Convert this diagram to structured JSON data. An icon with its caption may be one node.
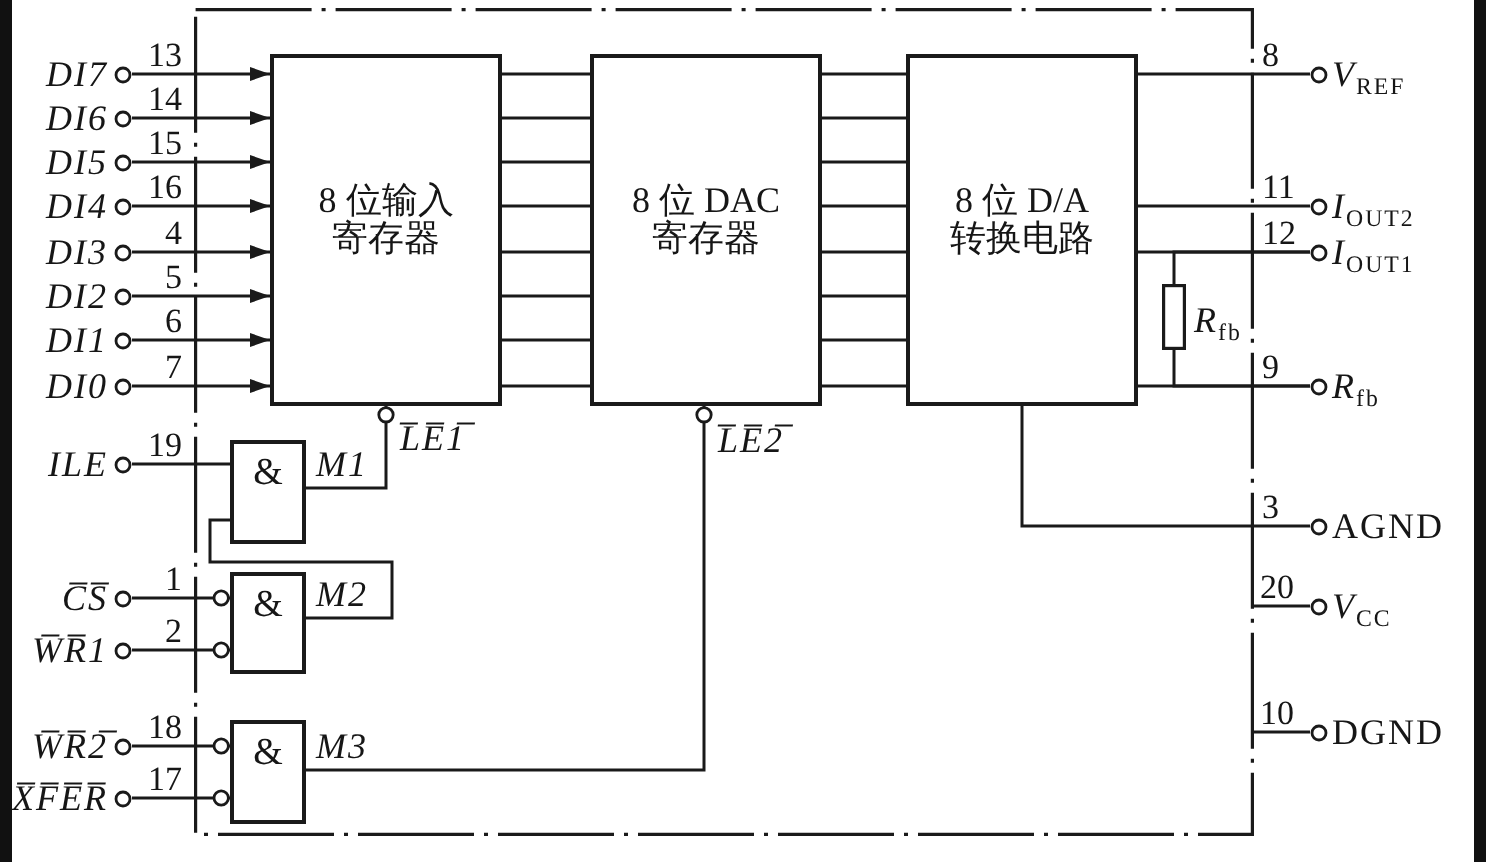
{
  "diagram": {
    "nodes": [
      {
        "text": [],
        "shape": "box"
      },
      {
        "text": [
          "8 位输入寄存器"
        ],
        "in": 0
      },
      {
        "text": [
          "8 位 DAC寄存器"
        ],
        "in": 0
      },
      {
        "text": [
          "8 位 D/A转换电路"
        ],
        "in": 0
      },
      {
        "text": [
          "&"
        ],
        "in": 0,
        "beside": [
          "M1"
        ]
      },
      {
        "text": [
          "&"
        ],
        "in": 0,
        "beside": [
          "M2"
        ]
      },
      {
        "text": [
          "&"
        ],
        "in": 0,
        "beside": [
          "M3"
        ]
      },
      {
        "text": [],
        "shape": "box",
        "in": 0,
        "beside": [
          "*R*$_{fb}$"
        ]
      },
      {
        "text": [
          "DI7"
        ]
      },
      {
        "text": [
          "DI6"
        ]
      },
      {
        "text": [
          "DI5"
        ]
      },
      {
        "text": [
          "DI4"
        ]
      },
      {
        "text": [
          "DI3"
        ]
      },
      {
        "text": [
          "DI2"
        ]
      },
      {
        "text": [
          "DI1"
        ]
      },
      {
        "text": [
          "DI0"
        ]
      },
      {
        "text": [
          "ILE"
        ]
      },
      {
        "text": [
          "C̅S̅"
        ]
      },
      {
        "text": [
          "W̅R̅1"
        ]
      },
      {
        "text": [
          "W̅R̅2̅"
        ]
      },
      {
        "text": [
          "X̅F̅E̅R̅"
        ]
      },
      {
        "text": [
          "*V*$_{REF}$"
        ]
      },
      {
        "text": [
          "*I*$_{OUT2}$"
        ]
      },
      {
        "text": [
          "*I*$_{OUT1}$"
        ]
      },
      {
        "text": [
          "*R*$_{fb}$"
        ]
      },
      {
        "text": [
          "AGND"
        ]
      },
      {
        "text": [
          "*V*$_{CC}$"
        ]
      },
      {
        "text": [
          "DGND"
        ]
      }
    ],
    "edges": [
      {
        "from": 8,
        "to": 1,
        "arrow": "to",
        "label": "13"
      },
      {
        "from": 9,
        "to": 1,
        "arrow": "to",
        "label": "14"
      },
      {
        "from": 10,
        "to": 1,
        "arrow": "to",
        "label": "15"
      },
      {
        "from": 11,
        "to": 1,
        "arrow": "to",
        "label": "16"
      },
      {
        "from": 12,
        "to": 1,
        "arrow": "to",
        "label": "4"
      },
      {
        "from": 13,
        "to": 1,
        "arrow": "to",
        "label": "5"
      },
      {
        "from": 14,
        "to": 1,
        "arrow": "to",
        "label": "6"
      },
      {
        "from": 15,
        "to": 1,
        "arrow": "to",
        "label": "7"
      },
      {
        "from": 1,
        "to": 2,
        "arrow": "none"
      },
      {
        "from": 1,
        "to": 2,
        "arrow": "none"
      },
      {
        "from": 1,
        "to": 2,
        "arrow": "none"
      },
      {
        "from": 1,
        "to": 2,
        "arrow": "none"
      },
      {
        "from": 1,
        "to": 2,
        "arrow": "none"
      },
      {
        "from": 1,
        "to": 2,
        "arrow": "none"
      },
      {
        "from": 1,
        "to": 2,
        "arrow": "none"
      },
      {
        "from": 1,
        "to": 2,
        "arrow": "none"
      },
      {
        "from": 2,
        "to": 3,
        "arrow": "none"
      },
      {
        "from": 2,
        "to": 3,
        "arrow": "none"
      },
      {
        "from": 2,
        "to": 3,
        "arrow": "none"
      },
      {
        "from": 2,
        "to": 3,
        "arrow": "none"
      },
      {
        "from": 2,
        "to": 3,
        "arrow": "none"
      },
      {
        "from": 2,
        "to": 3,
        "arrow": "none"
      },
      {
        "from": 2,
        "to": 3,
        "arrow": "none"
      },
      {
        "from": 2,
        "to": 3,
        "arrow": "none"
      },
      {
        "from": 16,
        "to": 4,
        "arrow": "none",
        "label": "19"
      },
      {
        "from": 5,
        "to": 4,
        "arrow": "none"
      },
      {
        "from": 4,
        "to": 1,
        "arrow": "other",
        "label": "L̅E̅1̅"
      },
      {
        "from": 17,
        "to": 5,
        "arrow": "other",
        "label": "1"
      },
      {
        "from": 18,
        "to": 5,
        "arrow": "other",
        "label": "2"
      },
      {
        "from": 19,
        "to": 6,
        "arrow": "other",
        "label": "18"
      },
      {
        "from": 20,
        "to": 6,
        "arrow": "other",
        "label": "17"
      },
      {
        "from": 6,
        "to": 2,
        "arrow": "other",
        "label": "L̅E̅2̅"
      },
      {
        "from": 3,
        "to": 21,
        "arrow": "none",
        "label": "8"
      },
      {
        "from": 3,
        "to": 22,
        "arrow": "none",
        "label": "11"
      },
      {
        "from": 3,
        "to": 23,
        "arrow": "none",
        "label": "12"
      },
      {
        "from": 3,
        "to": 24,
        "arrow": "none",
        "label": "9"
      },
      {
        "from": 7,
        "to": 23,
        "arrow": "none"
      },
      {
        "from": 7,
        "to": 24,
        "arrow": "none"
      },
      {
        "from": 3,
        "to": 25,
        "arrow": "none",
        "label": "3"
      },
      {
        "from": 0,
        "to": 26,
        "arrow": "none",
        "label": "20"
      },
      {
        "from": 0,
        "to": 27,
        "arrow": "none",
        "label": "10"
      }
    ]
  }
}
